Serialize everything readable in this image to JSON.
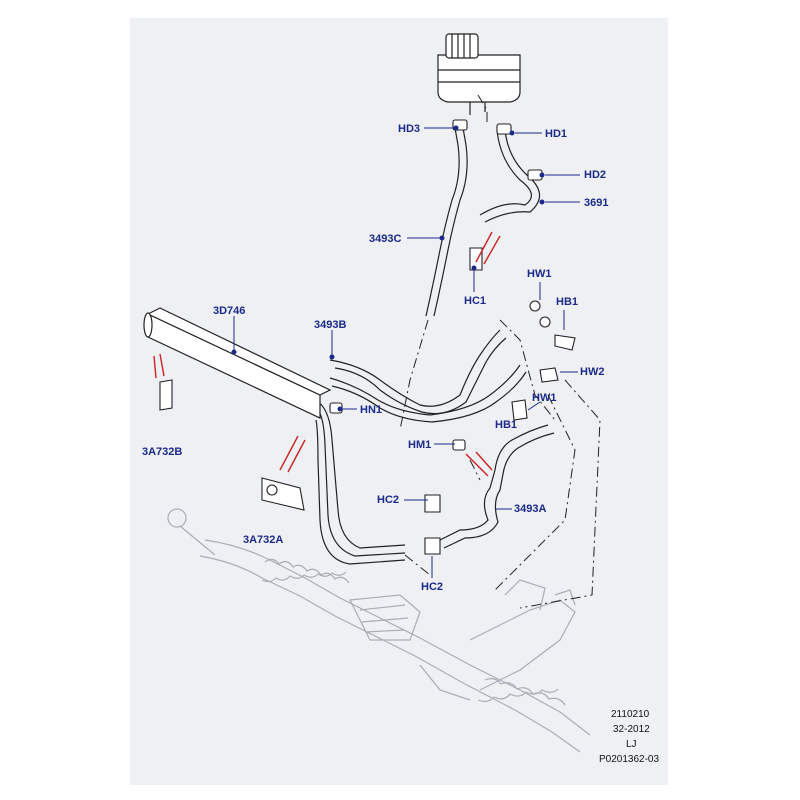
{
  "callouts": {
    "hd3": "HD3",
    "hd1": "HD1",
    "hd2": "HD2",
    "p3691": "3691",
    "p3493c": "3493C",
    "hc1_top": "HC1",
    "hw1_top": "HW1",
    "hb1_top": "HB1",
    "p3d746": "3D746",
    "p3493b": "3493B",
    "hw2": "HW2",
    "hn1": "HN1",
    "hw1_mid": "HW1",
    "hb1_mid": "HB1",
    "hm1": "HM1",
    "p3a732b": "3A732B",
    "hc2_mid": "HC2",
    "p3493a": "3493A",
    "p3a732a": "3A732A",
    "hc2_bot": "HC2"
  },
  "footer": {
    "line1": "2110210",
    "line2": "32-2012",
    "line3": "LJ",
    "line4": "P0201362-03"
  },
  "colors": {
    "label": "#1b2a8a",
    "leader": "#1b2a8a",
    "arrow": "#cc2222",
    "part": "#222222",
    "ghost": "#a8aeb6",
    "background": "#eef0f3"
  }
}
